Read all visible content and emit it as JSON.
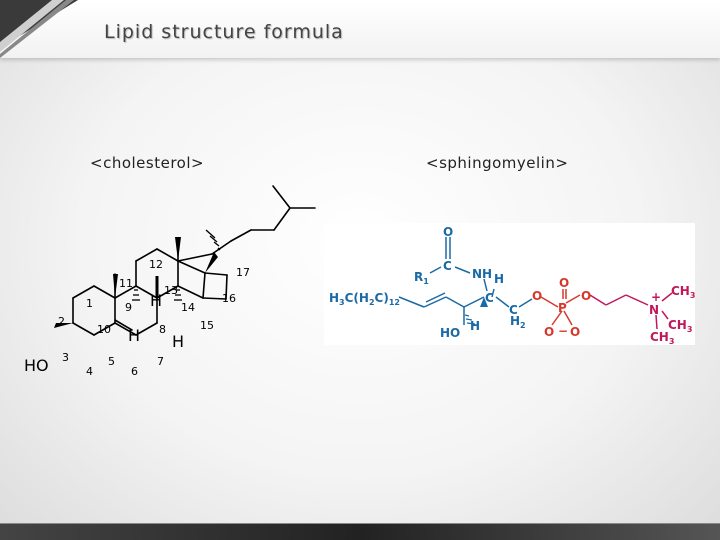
{
  "slide": {
    "title": "Lipid structure formula",
    "left_caption": "<cholesterol>",
    "right_caption": "<sphingomyelin>"
  },
  "cholesterol": {
    "ho_label": "HO",
    "h_labels": [
      "H",
      "H",
      "H"
    ],
    "locants": [
      "1",
      "2",
      "3",
      "4",
      "5",
      "6",
      "7",
      "8",
      "9",
      "10",
      "11",
      "12",
      "13",
      "14",
      "15",
      "16",
      "17"
    ]
  },
  "sphingomyelin": {
    "O_top": "O",
    "C_carbonyl": "C",
    "R1": "R",
    "R1_sub": "1",
    "NH": "NH",
    "H_nh": "H",
    "tail": "H",
    "tail_sub3": "3",
    "tail_mid": "C(H",
    "tail_sub2": "2",
    "tail_end": "C)",
    "tail_sub12": "12",
    "C_center": "C",
    "C_ch2": "C",
    "H2": "H",
    "H2_sub": "2",
    "HO": "HO",
    "H_bottom": "H",
    "O_link1": "O",
    "P": "P",
    "O_p_top": "O",
    "O_p_bl": "O",
    "O_minus": "−",
    "O_p_br": "O",
    "O_link2": "O",
    "N": "N",
    "plus": "+",
    "CH3_top": "CH",
    "CH3_top_sub": "3",
    "CH3_mid": "CH",
    "CH3_mid_sub": "3",
    "CH3_bot": "CH",
    "CH3_bot_sub": "3",
    "colors": {
      "blue": "#1a6aa5",
      "magenta": "#c2185b",
      "red": "#d6392b"
    }
  }
}
